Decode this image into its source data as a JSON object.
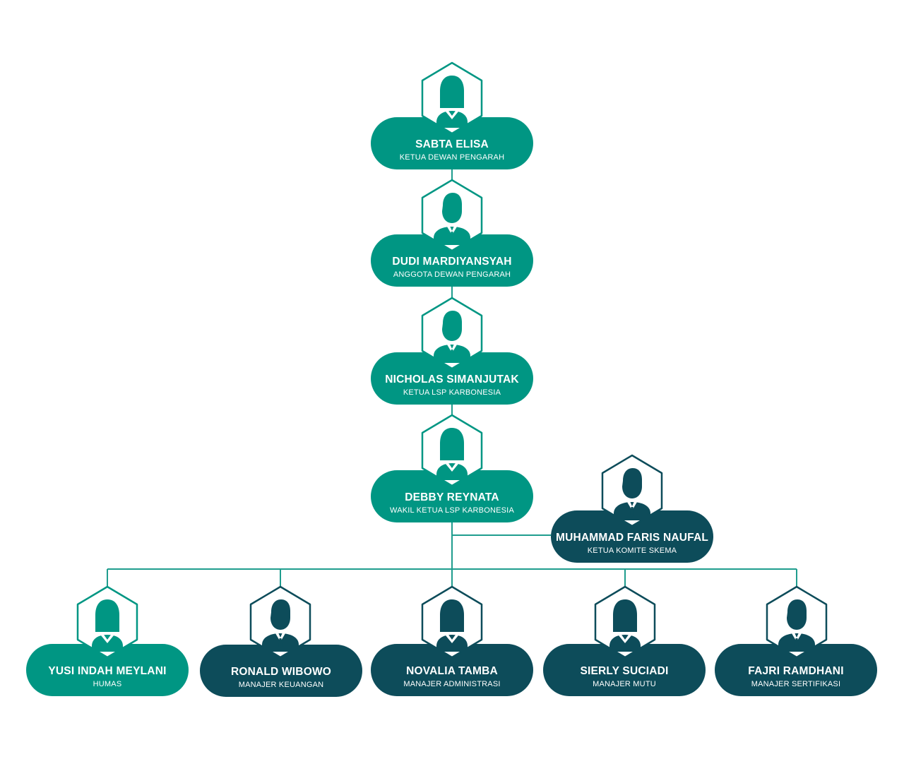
{
  "colors": {
    "teal": "#009683",
    "navy": "#0d4c5a",
    "line": "#1f9d8e",
    "background": "#ffffff"
  },
  "people": [
    {
      "id": "sabta-elisa",
      "name": "SABTA ELISA",
      "role": "KETUA DEWAN PENGARAH",
      "gender": "female",
      "tone": "teal"
    },
    {
      "id": "dudi-mardiyansyah",
      "name": "DUDI MARDIYANSYAH",
      "role": "ANGGOTA DEWAN PENGARAH",
      "gender": "male",
      "tone": "teal"
    },
    {
      "id": "nicholas-simanjutak",
      "name": "NICHOLAS SIMANJUTAK",
      "role": "KETUA LSP KARBONESIA",
      "gender": "male",
      "tone": "teal"
    },
    {
      "id": "debby-reynata",
      "name": "DEBBY REYNATA",
      "role": "WAKIL KETUA LSP KARBONESIA",
      "gender": "female",
      "tone": "teal"
    },
    {
      "id": "muhammad-faris-naufal",
      "name": "MUHAMMAD FARIS NAUFAL",
      "role": "KETUA KOMITE SKEMA",
      "gender": "male",
      "tone": "navy"
    },
    {
      "id": "yusi-indah-meylani",
      "name": "YUSI INDAH MEYLANI",
      "role": "HUMAS",
      "gender": "female",
      "tone": "teal"
    },
    {
      "id": "ronald-wibowo",
      "name": "RONALD WIBOWO",
      "role": "MANAJER KEUANGAN",
      "gender": "male",
      "tone": "navy"
    },
    {
      "id": "novalia-tamba",
      "name": "NOVALIA TAMBA",
      "role": "MANAJER ADMINISTRASI",
      "gender": "female",
      "tone": "navy"
    },
    {
      "id": "sierly-suciadi",
      "name": "SIERLY SUCIADI",
      "role": "MANAJER MUTU",
      "gender": "female",
      "tone": "navy"
    },
    {
      "id": "fajri-ramdhani",
      "name": "FAJRI RAMDHANI",
      "role": "MANAJER SERTIFIKASI",
      "gender": "male",
      "tone": "navy"
    }
  ],
  "reports_to": {
    "dudi-mardiyansyah": "sabta-elisa",
    "nicholas-simanjutak": "dudi-mardiyansyah",
    "debby-reynata": "nicholas-simanjutak",
    "muhammad-faris-naufal": "debby-reynata",
    "yusi-indah-meylani": "debby-reynata",
    "ronald-wibowo": "debby-reynata",
    "novalia-tamba": "debby-reynata",
    "sierly-suciadi": "debby-reynata",
    "fajri-ramdhani": "debby-reynata"
  }
}
